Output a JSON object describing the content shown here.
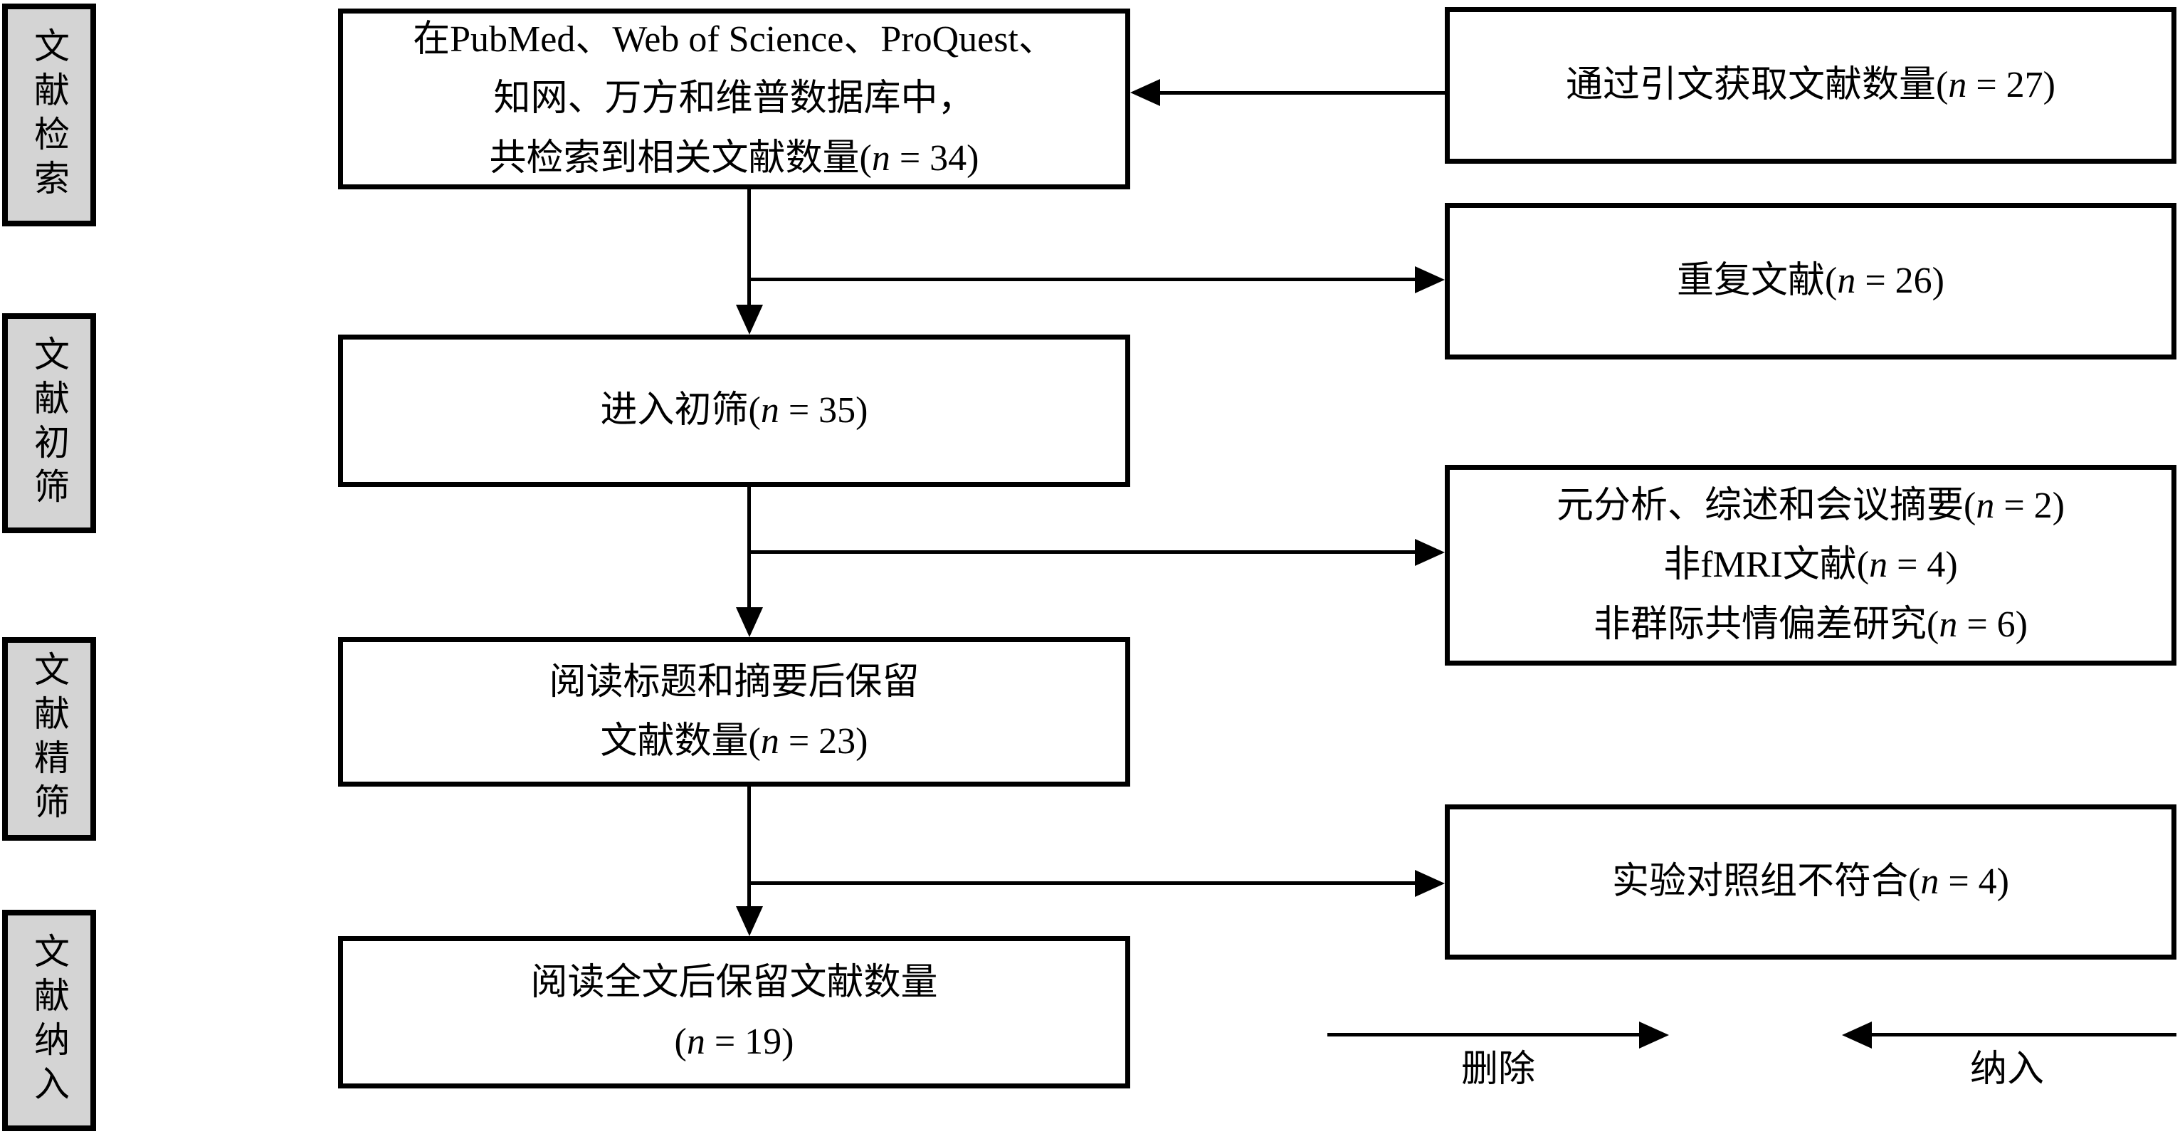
{
  "colors": {
    "background": "#ffffff",
    "box-fill": "#d4d4d4",
    "line": "#000000"
  },
  "stage_labels": [
    {
      "label": "文献检索"
    },
    {
      "label": "文献初筛"
    },
    {
      "label": "文献精筛"
    },
    {
      "label": "文献纳入"
    }
  ],
  "main_flow": {
    "search": {
      "lines": [
        "在PubMed、Web of Science、ProQuest、",
        "知网、万方和维普数据库中，",
        "共检索到相关文献数量(n = 34)"
      ]
    },
    "initial_screen": {
      "text": "进入初筛(n = 35)"
    },
    "title_abstract": {
      "lines": [
        "阅读标题和摘要后保留",
        "文献数量(n = 23)"
      ]
    },
    "full_text": {
      "lines": [
        "阅读全文后保留文献数量",
        "(n = 19)"
      ]
    }
  },
  "side_flow": {
    "citation": {
      "text": "通过引文获取文献数量(n = 27)"
    },
    "duplicates": {
      "text": "重复文献(n = 26)"
    },
    "excluded_screen": {
      "lines": [
        "元分析、综述和会议摘要(n = 2)",
        "非fMRI文献(n = 4)",
        "非群际共情偏差研究(n = 6)"
      ]
    },
    "excluded_fulltext": {
      "text": "实验对照组不符合(n = 4)"
    }
  },
  "legend": {
    "exclude_label": "删除",
    "include_label": "纳入"
  }
}
